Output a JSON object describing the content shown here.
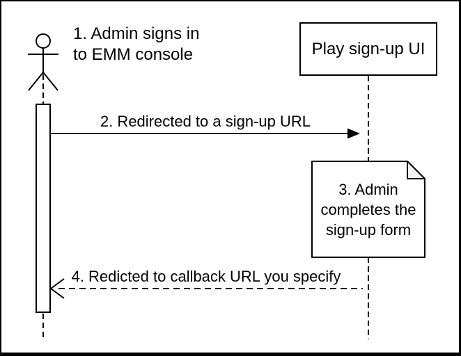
{
  "colors": {
    "stroke": "#000000",
    "fill": "#ffffff",
    "note_fold": "#f2f2f2"
  },
  "lifelines": [
    {
      "id": "admin",
      "kind": "actor",
      "label": "1. Admin signs in\nto EMM console"
    },
    {
      "id": "play-sign-up-ui",
      "kind": "participant",
      "label": "Play sign-up UI"
    }
  ],
  "messages": [
    {
      "seq": 2,
      "label": "2. Redirected to a sign-up URL",
      "from": "admin",
      "to": "play-sign-up-ui",
      "line_style": "solid",
      "arrowhead": "filled"
    },
    {
      "seq": 4,
      "label": "4. Redicted to callback URL you specify",
      "from": "play-sign-up-ui",
      "to": "admin",
      "line_style": "dashed",
      "arrowhead": "open"
    }
  ],
  "notes": [
    {
      "seq": 3,
      "label": "3. Admin\ncompletes the\nsign-up form",
      "attached_to": "play-sign-up-ui"
    }
  ]
}
